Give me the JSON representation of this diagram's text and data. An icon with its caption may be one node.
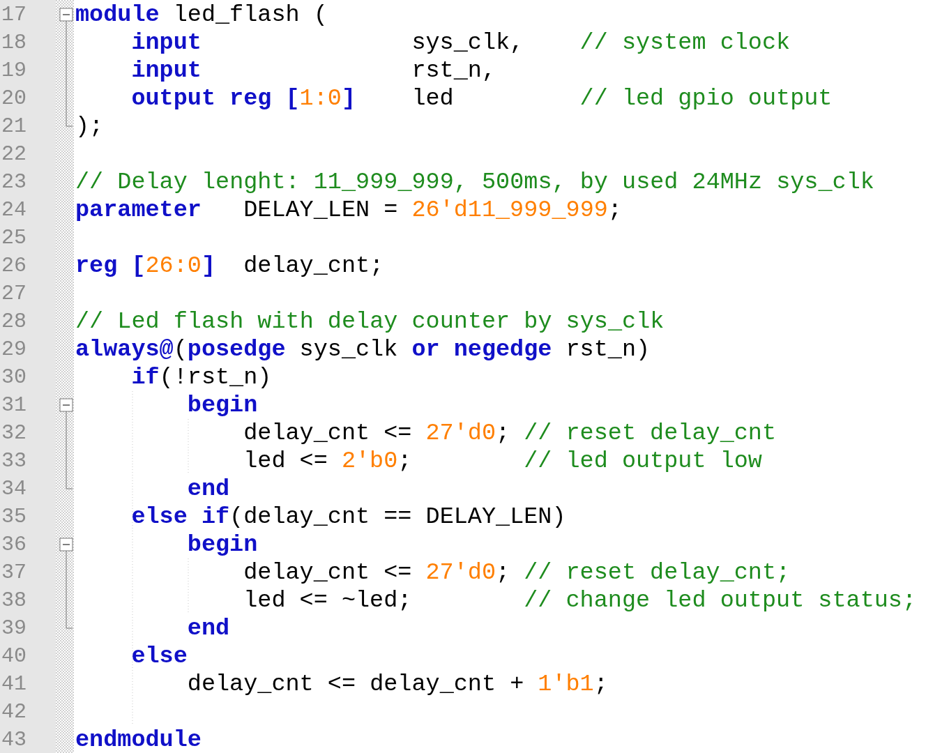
{
  "diagram": {
    "labels": [
      "17",
      "module",
      "led_flash (",
      "18",
      "input",
      "sys_clk,",
      "// system clock",
      "19",
      "input",
      "rst_n,",
      "20",
      "output reg",
      "[",
      "1:0",
      "]",
      "led",
      "// led gpio output",
      "21",
      ");",
      "22",
      "23",
      "// Delay lenght: 11_999_999, 500ms, by used 24MHz sys_clk",
      "24",
      "parameter",
      "DELAY_LEN =",
      "26'd11_999_999",
      ";",
      "25",
      "26",
      "reg",
      "[",
      "26:0",
      "]",
      "delay_cnt;",
      "27",
      "28",
      "// Led flash with delay counter by sys_clk",
      "29",
      "always@",
      "(",
      "posedge",
      "sys_clk",
      "or",
      "negedge",
      "rst_n)",
      "30",
      "if",
      "(!rst_n)",
      "31",
      "begin",
      "32",
      "delay_cnt <=",
      "27'd0",
      ";",
      "// reset delay_cnt",
      "33",
      "led <=",
      "2'b0",
      ";",
      "// led output low",
      "34",
      "end",
      "35",
      "else if",
      "(delay_cnt == DELAY_LEN)",
      "36",
      "begin",
      "37",
      "delay_cnt <=",
      "27'd0",
      ";",
      "// reset delay_cnt;",
      "38",
      "led <= ~led;",
      "// change led output status;",
      "39",
      "end",
      "40",
      "else",
      "41",
      "delay_cnt <= delay_cnt +",
      "1'b1",
      ";",
      "42",
      "43",
      "endmodule"
    ]
  }
}
